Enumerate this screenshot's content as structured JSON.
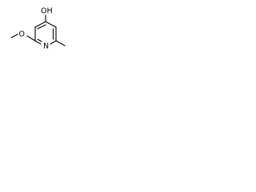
{
  "molecule": {
    "atom_labels": {
      "hydroxyl": "OH",
      "ring_nitrogen": "N",
      "ether_oxygen": "O"
    }
  }
}
